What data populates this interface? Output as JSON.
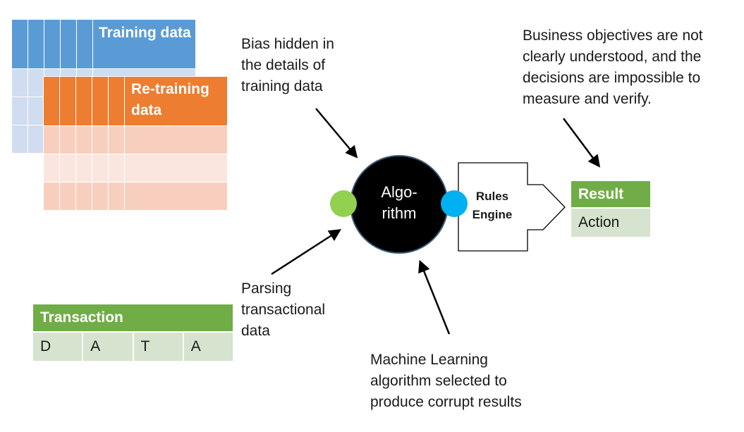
{
  "training_table": {
    "title": "Training data"
  },
  "retraining_table": {
    "title": "Re-training data"
  },
  "transaction_table": {
    "title": "Transaction",
    "cells": [
      "D",
      "A",
      "T",
      "A"
    ]
  },
  "algorithm": {
    "label": "Algo-\nrithm"
  },
  "rules_engine": {
    "label": "Rules\nEngine"
  },
  "result_table": {
    "title": "Result",
    "value": "Action"
  },
  "notes": {
    "bias": "Bias hidden in\nthe details of\ntraining data",
    "business": "Business objectives are not\nclearly understood, and the\ndecisions are impossible to\nmeasure and verify.",
    "parsing": "Parsing\ntransactional\ndata",
    "ml": "Machine Learning\nalgorithm selected to\nproduce corrupt results"
  },
  "colors": {
    "training_header": "#5b9bd5",
    "retraining_header": "#ed7d31",
    "transaction_header": "#70ad47",
    "algorithm_fill": "#000000",
    "input_dot": "#92d050",
    "output_dot": "#00b0f0"
  }
}
